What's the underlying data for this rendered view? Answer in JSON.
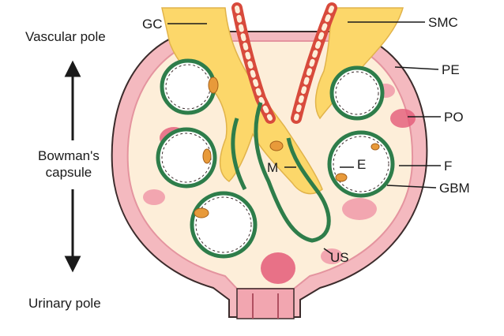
{
  "left_labels": {
    "vascular_pole": "Vascular pole",
    "bowmans_capsule": "Bowman's\ncapsule",
    "urinary_pole": "Urinary pole"
  },
  "callouts": {
    "gc": "GC",
    "smc": "SMC",
    "pe": "PE",
    "po": "PO",
    "f": "F",
    "gbm": "GBM",
    "e": "E",
    "m": "M",
    "us": "US"
  },
  "colors": {
    "yellow_mesangium": "#fcd76a",
    "cream_space": "#fdeed9",
    "pink_cell": "#f2a6b0",
    "deep_pink": "#e45a78",
    "red_vessel": "#d84a3c",
    "green_gbm": "#2e7d4a",
    "dark_outline": "#3b2b2b"
  }
}
